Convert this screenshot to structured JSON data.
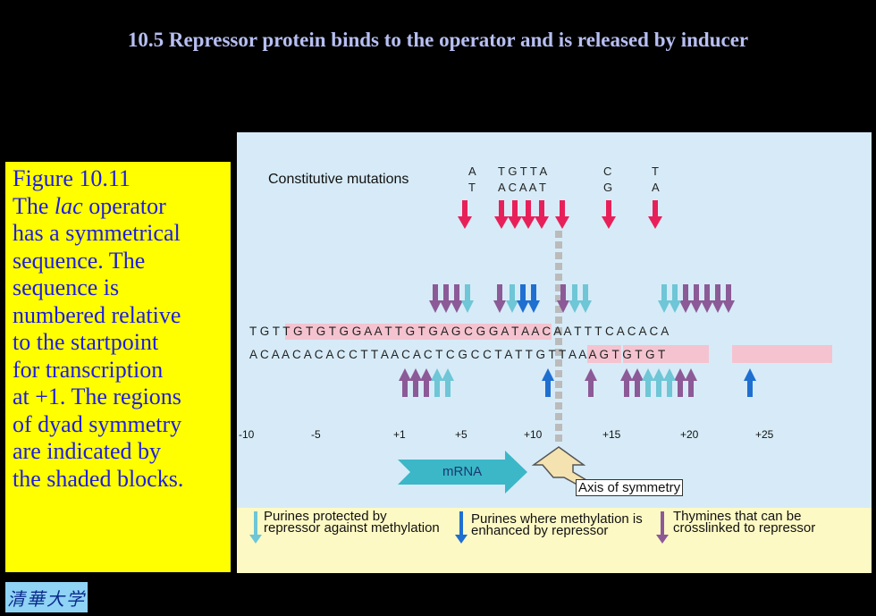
{
  "title": "10.5 Repressor protein binds to the operator and is released by inducer",
  "caption": {
    "lines": [
      "Figure 10.11",
      "The ",
      "lac",
      " operator",
      "has a symmetrical",
      "sequence. The",
      "sequence is",
      "numbered relative",
      "to the startpoint",
      "for transcription",
      "at +1. The regions",
      "of dyad symmetry",
      "are indicated by",
      "the shaded blocks."
    ]
  },
  "figure": {
    "mutations_label": "Constitutive mutations",
    "mutation_top": [
      "A",
      "T G T T A",
      "C",
      "T"
    ],
    "mutation_bottom": [
      "T",
      "A C A A T",
      "G",
      "A"
    ],
    "top_strand": "T G T T G T G T G G A A T T G T G A G C G G A T A A C A A T T T C A C A C A",
    "bottom_strand": "A C A A C A C A C C T T A A C A C T C G C C T A T T G T T A A A G T G T G T",
    "positions": [
      "-10",
      "-5",
      "+1",
      "+5",
      "+10",
      "+15",
      "+20",
      "+25"
    ],
    "mrna_label": "mRNA",
    "axis_label": "Axis of symmetry",
    "legend": [
      {
        "color": "#6ec6d6",
        "text": "Purines protected by repressor against methylation"
      },
      {
        "color": "#1f6fd1",
        "text": "Purines where methylation is enhanced by repressor"
      },
      {
        "color": "#8c5a97",
        "text": "Thymines that can be crosslinked to repressor"
      }
    ],
    "colors": {
      "mutation": "#e8205a",
      "shade": "#f5c3d0",
      "protected": "#6ec6d6",
      "enhanced": "#1f6fd1",
      "thymine": "#8c5a97"
    }
  },
  "logo_text": "清華大学"
}
